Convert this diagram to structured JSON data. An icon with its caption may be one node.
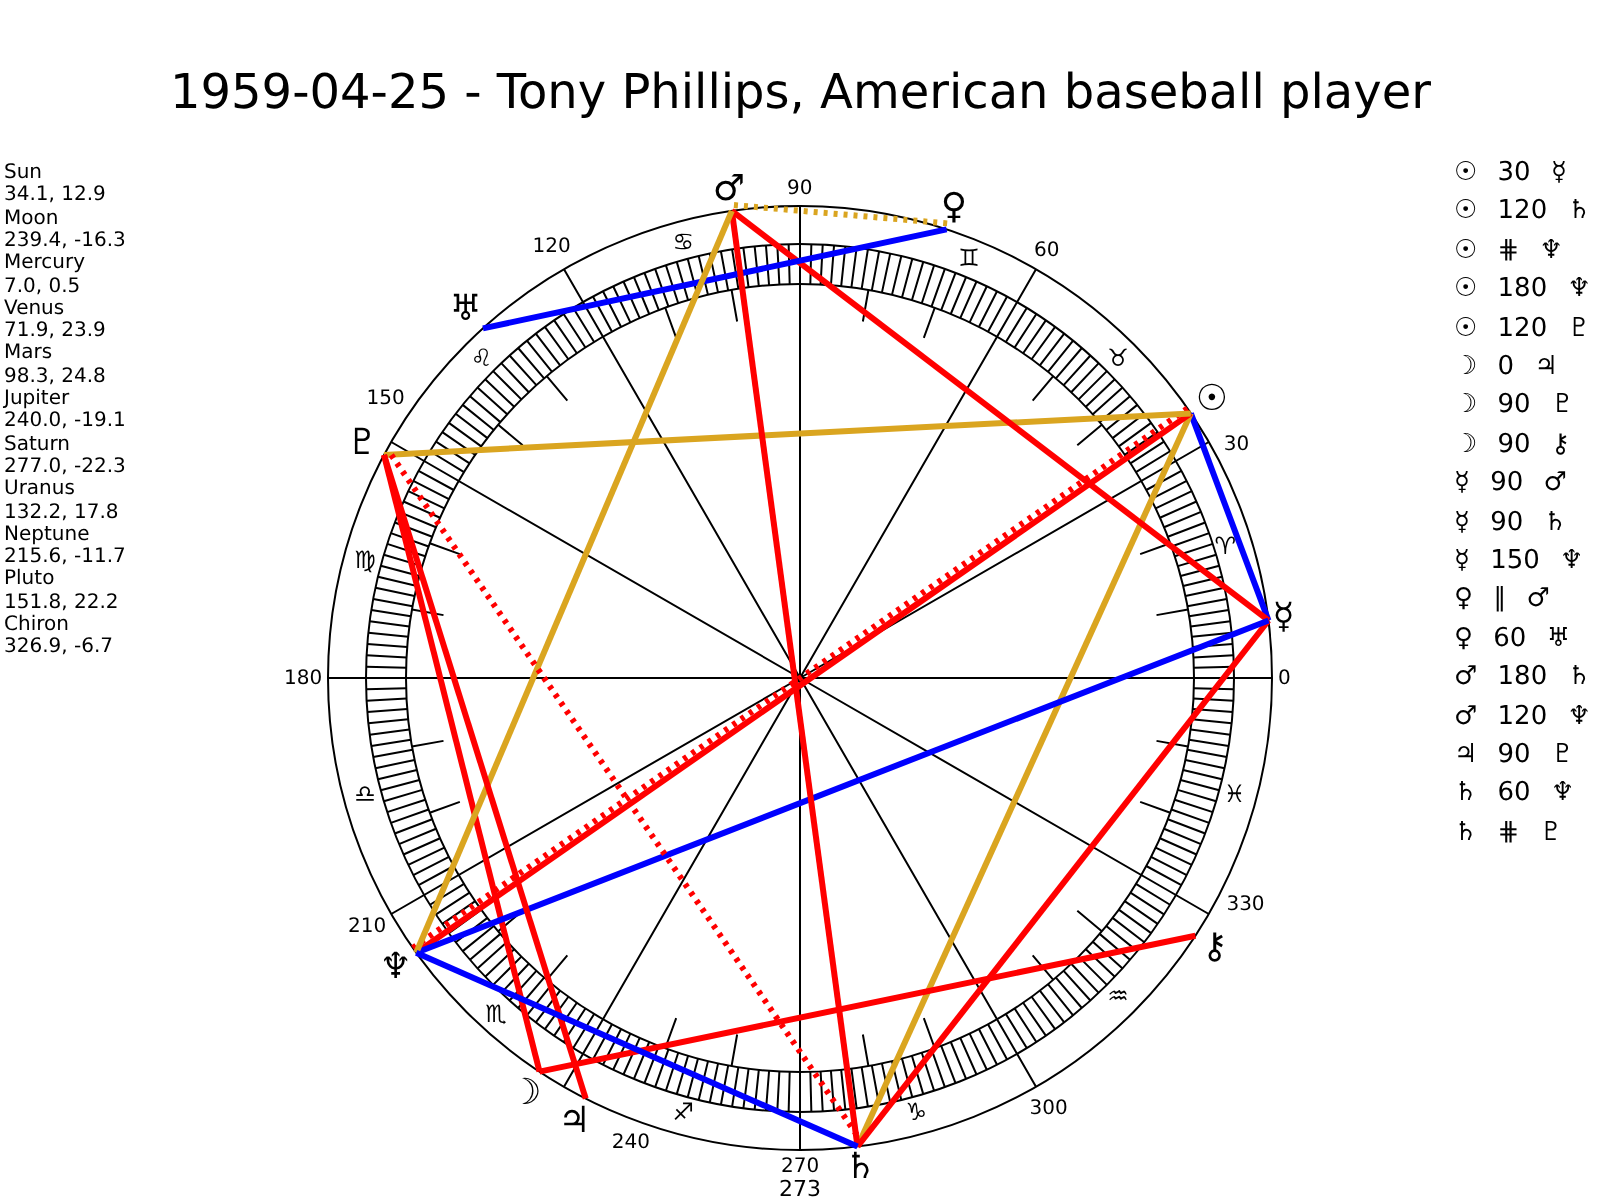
{
  "diagram": {
    "title": "1959-04-25 - Tony Phillips, American baseball player",
    "nodes": [
      {
        "text": [
          "☉"
        ]
      },
      {
        "text": [
          "☽"
        ]
      },
      {
        "text": [
          "☿"
        ]
      },
      {
        "text": [
          "♀"
        ]
      },
      {
        "text": [
          "♂"
        ]
      },
      {
        "text": [
          "♃"
        ]
      },
      {
        "text": [
          "♄"
        ]
      },
      {
        "text": [
          "♅"
        ]
      },
      {
        "text": [
          "♆"
        ]
      },
      {
        "text": [
          "♇"
        ]
      },
      {
        "text": [
          "⚷"
        ]
      }
    ],
    "edges": [
      {
        "from": 0,
        "to": 2,
        "arrow": "none",
        "color": "#0000ff"
      },
      {
        "from": 0,
        "to": 6,
        "arrow": "none",
        "color": "#daa520"
      },
      {
        "from": 0,
        "to": 8,
        "arrow": "none",
        "style": "dashed"
      },
      {
        "from": 0,
        "to": 8,
        "arrow": "none"
      },
      {
        "from": 0,
        "to": 9,
        "arrow": "none",
        "color": "#daa520"
      },
      {
        "from": 1,
        "to": 9,
        "arrow": "none"
      },
      {
        "from": 1,
        "to": 10,
        "arrow": "none"
      },
      {
        "from": 2,
        "to": 4,
        "arrow": "none"
      },
      {
        "from": 2,
        "to": 6,
        "arrow": "none"
      },
      {
        "from": 2,
        "to": 8,
        "arrow": "none",
        "color": "#0000ff"
      },
      {
        "from": 3,
        "to": 4,
        "arrow": "none",
        "style": "dashed",
        "color": "#daa520"
      },
      {
        "from": 3,
        "to": 7,
        "arrow": "none",
        "color": "#0000ff"
      },
      {
        "from": 4,
        "to": 6,
        "arrow": "none"
      },
      {
        "from": 4,
        "to": 8,
        "arrow": "none",
        "color": "#daa520"
      },
      {
        "from": 5,
        "to": 9,
        "arrow": "none"
      },
      {
        "from": 6,
        "to": 8,
        "arrow": "none",
        "color": "#0000ff"
      },
      {
        "from": 6,
        "to": 9,
        "arrow": "none",
        "style": "dashed"
      }
    ],
    "labels": [
      "Sun",
      "34.1, 12.9",
      "Moon",
      "239.4, -16.3",
      "Mercury",
      "7.0, 0.5",
      "Venus",
      "71.9, 23.9",
      "Mars",
      "98.3, 24.8",
      "Jupiter",
      "240.0, -19.1",
      "Saturn",
      "277.0, -22.3",
      "Uranus",
      "132.2, 17.8",
      "Neptune",
      "215.6, -11.7",
      "Pluto",
      "151.8, 22.2",
      "Chiron",
      "326.9, -6.7",
      "☉ 30 ☿",
      "☉ 120 ♄",
      "☉ ⋕ ♆",
      "☉ 180 ♆",
      "☉ 120 ♇",
      "☽ 0 ♃",
      "☽ 90 ♇",
      "☽ 90 ⚷",
      "☿ 90 ♂",
      "☿ 90 ♄",
      "☿ 150 ♆",
      "♀ ∥ ♂",
      "♀ 60 ♅",
      "♂ 180 ♄",
      "♂ 120 ♆",
      "♃ 90 ♇",
      "♄ 60 ♆",
      "♄ ⋕ ♇",
      "90",
      "♋",
      "♊",
      "120",
      "60",
      "♌",
      "♉",
      "150",
      "30",
      "♍",
      "♈",
      "180",
      "0",
      "♎",
      "♓",
      "210",
      "330",
      "♏",
      "♒",
      "240",
      "♐",
      "♑",
      "300",
      "270",
      "273"
    ]
  }
}
